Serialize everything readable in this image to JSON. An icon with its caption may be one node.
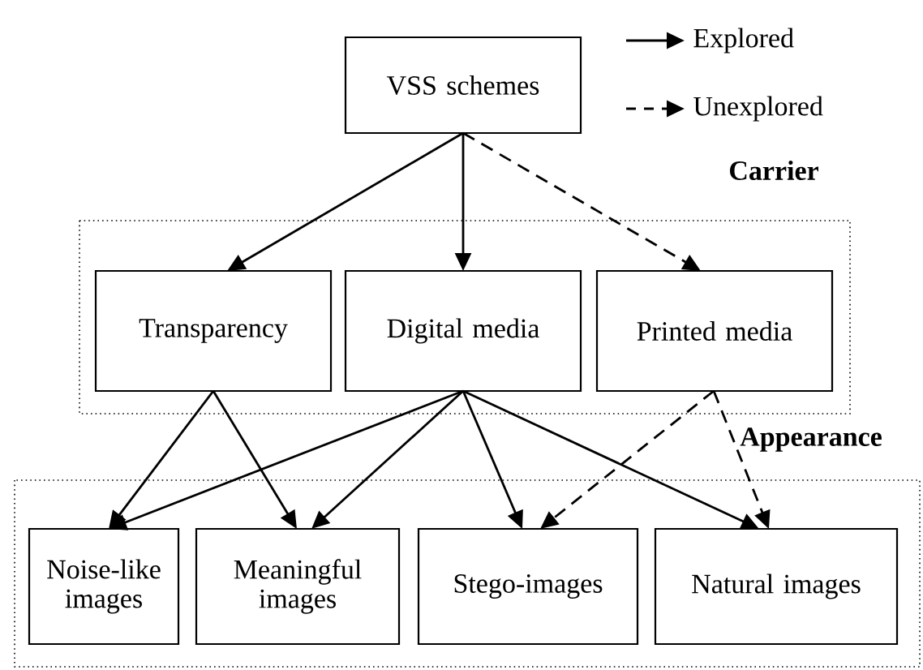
{
  "diagram": {
    "nodes": [
      {
        "text": [
          "VSS schemes"
        ]
      },
      {
        "text": [
          "Carrier"
        ]
      },
      {
        "text": [
          "Transparency"
        ],
        "in": 1
      },
      {
        "text": [
          "Digital media"
        ],
        "in": 1
      },
      {
        "text": [
          "Printed media"
        ],
        "in": 1
      },
      {
        "text": [
          "Appearance"
        ]
      },
      {
        "text": [
          "Noise-like images"
        ],
        "in": 5
      },
      {
        "text": [
          "Meaningful images"
        ],
        "in": 5
      },
      {
        "text": [
          "Stego-images"
        ],
        "in": 5
      },
      {
        "text": [
          "Natural images"
        ],
        "in": 5
      }
    ],
    "edges": [
      {
        "from": 0,
        "to": 2,
        "arrow": "to"
      },
      {
        "from": 0,
        "to": 3,
        "arrow": "to"
      },
      {
        "from": 0,
        "to": 4,
        "arrow": "to",
        "style": "dashed"
      },
      {
        "from": 2,
        "to": 6,
        "arrow": "to"
      },
      {
        "from": 2,
        "to": 7,
        "arrow": "to"
      },
      {
        "from": 3,
        "to": 6,
        "arrow": "to"
      },
      {
        "from": 3,
        "to": 7,
        "arrow": "to"
      },
      {
        "from": 3,
        "to": 8,
        "arrow": "to"
      },
      {
        "from": 3,
        "to": 9,
        "arrow": "to"
      },
      {
        "from": 4,
        "to": 8,
        "arrow": "to",
        "style": "dashed"
      },
      {
        "from": 4,
        "to": 9,
        "arrow": "to",
        "style": "dashed"
      }
    ],
    "legend": [
      {
        "text": "Explored"
      },
      {
        "text": "Unexplored"
      }
    ]
  }
}
